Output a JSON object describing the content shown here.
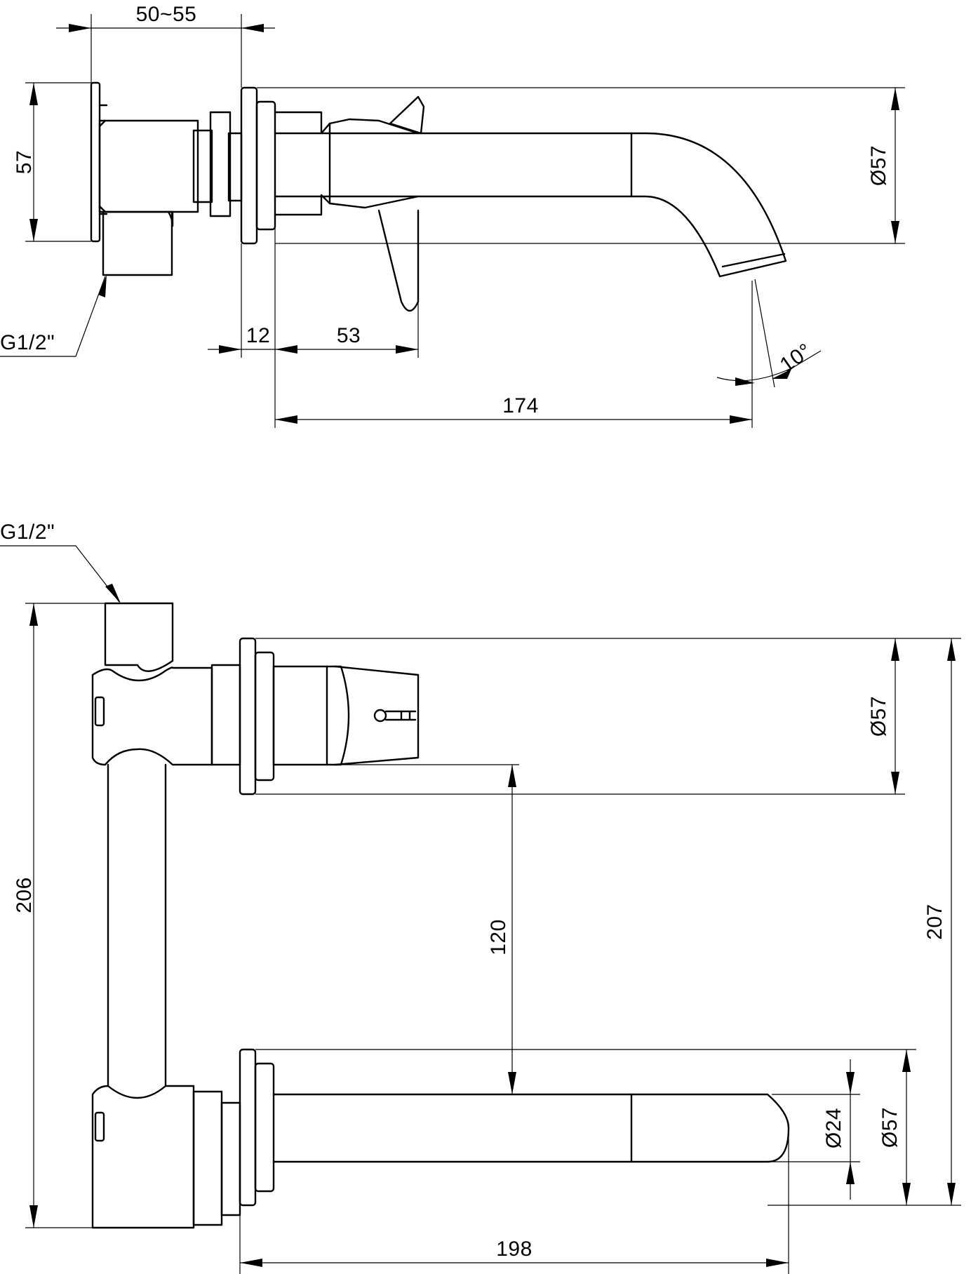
{
  "side_view": {
    "dim_wall_depth": "50~55",
    "dim_plate_height": "57",
    "dim_rosette_diameter": "Ø57",
    "thread_label": "G1/2\"",
    "dim_rosette_thickness": "12",
    "dim_lever_offset": "53",
    "dim_spout_reach": "174",
    "dim_spout_angle": "10°"
  },
  "front_view": {
    "thread_label": "G1/2\"",
    "dim_total_height": "206",
    "dim_rosette_upper": "Ø57",
    "dim_axis_distance": "120",
    "dim_total_height_right": "207",
    "dim_spout_diameter": "Ø24",
    "dim_rosette_lower": "Ø57",
    "dim_spout_length": "198"
  }
}
